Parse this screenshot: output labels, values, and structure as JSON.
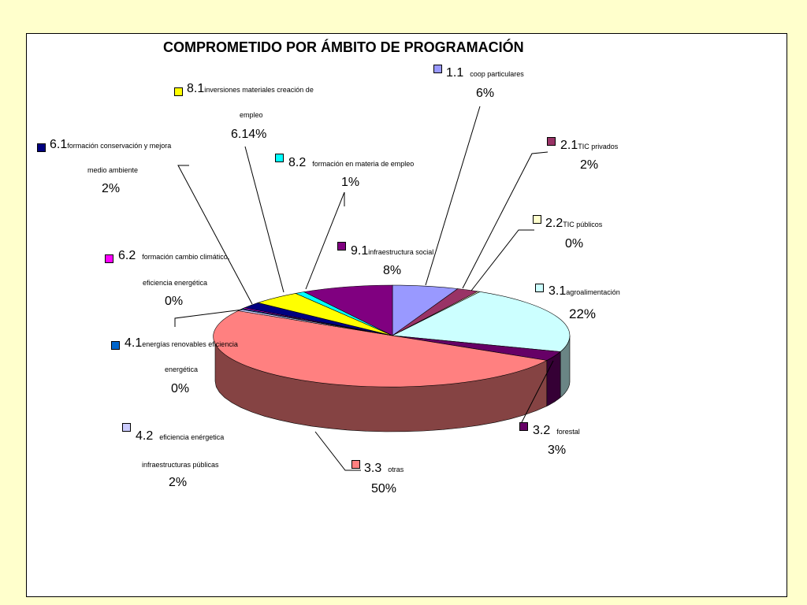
{
  "chart_data": {
    "type": "pie",
    "title": "COMPROMETIDO POR ÁMBITO DE PROGRAMACIÓN",
    "slices": [
      {
        "code": "1.1",
        "desc": "coop particulares",
        "desc2": "",
        "pct_text": "6%",
        "value": 6,
        "color": "#9999ff"
      },
      {
        "code": "2.1",
        "desc": "TIC privados",
        "desc2": "",
        "pct_text": "2%",
        "value": 2,
        "color": "#993366"
      },
      {
        "code": "2.2",
        "desc": "TIC públicos",
        "desc2": "",
        "pct_text": "0%",
        "value": 0.2,
        "color": "#ffffcc"
      },
      {
        "code": "3.1",
        "desc": "agroalimentación",
        "desc2": "",
        "pct_text": "22%",
        "value": 22,
        "color": "#ccffff"
      },
      {
        "code": "3.2",
        "desc": "forestal",
        "desc2": "",
        "pct_text": "3%",
        "value": 3,
        "color": "#660066"
      },
      {
        "code": "3.3",
        "desc": "otras",
        "desc2": "",
        "pct_text": "50%",
        "value": 50,
        "color": "#ff8080"
      },
      {
        "code": "4.2",
        "desc": "eficiencia enérgetica",
        "desc2": "infraestructuras públicas",
        "pct_text": "2%",
        "value": 0.5,
        "color": "#ccccff"
      },
      {
        "code": "4.1",
        "desc": "energías renovables eficiencia",
        "desc2": "energética",
        "pct_text": "0%",
        "value": 0.3,
        "color": "#0066cc"
      },
      {
        "code": "6.2",
        "desc": "formación cambio climático,",
        "desc2": "eficiencia energética",
        "pct_text": "0%",
        "value": 0.3,
        "color": "#ff00ff"
      },
      {
        "code": "6.1",
        "desc": "formación conservación y mejora",
        "desc2": "medio ambiente",
        "pct_text": "2%",
        "value": 2,
        "color": "#000080"
      },
      {
        "code": "8.1",
        "desc": "inversiones materiales creación de",
        "desc2": "empleo",
        "pct_text": "6.14%",
        "value": 4.5,
        "color": "#ffff00"
      },
      {
        "code": "8.2",
        "desc": "formación en materia de empleo",
        "desc2": "",
        "pct_text": "1%",
        "value": 0.9,
        "color": "#00ffff"
      },
      {
        "code": "9.1",
        "desc": "infraestructura social",
        "desc2": "",
        "pct_text": "8%",
        "value": 8.3,
        "color": "#800080"
      }
    ]
  }
}
